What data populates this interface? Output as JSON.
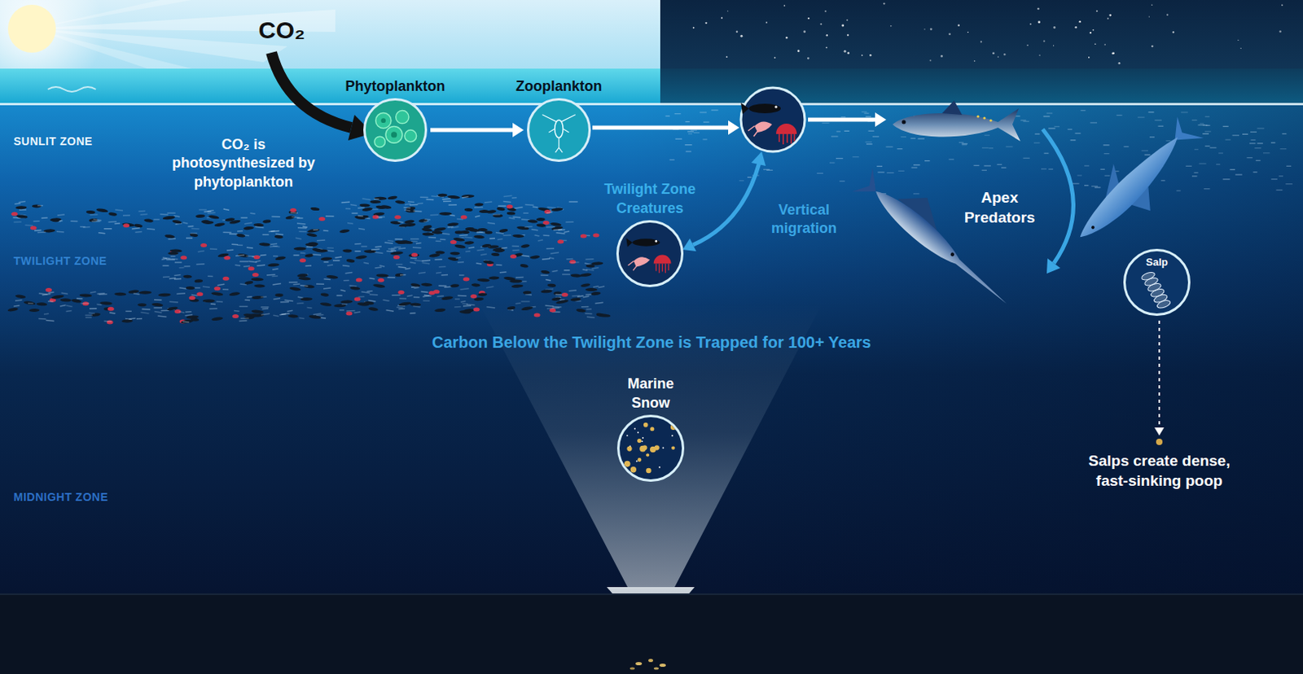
{
  "diagram": {
    "nodes": [
      {
        "text": [
          "Phytoplankton"
        ]
      },
      {
        "text": [
          "Zooplankton"
        ]
      },
      {
        "text": [
          "Twilight Zone Creatures"
        ]
      },
      {
        "text": [
          "Salp"
        ]
      },
      {
        "text": [
          "Marine Snow"
        ]
      }
    ],
    "edges": [
      {
        "from": 0,
        "to": 1,
        "arrow": "to"
      }
    ],
    "labels": [
      "CO₂",
      "SUNLIT ZONE",
      "CO₂ is photosynthesized by phytoplankton",
      "Vertical migration",
      "Apex Predators",
      "TWILIGHT ZONE",
      "Carbon Below the Twilight Zone is Trapped for 100+ Years",
      "Salps create dense, fast-sinking poop",
      "MIDNIGHT ZONE"
    ]
  }
}
